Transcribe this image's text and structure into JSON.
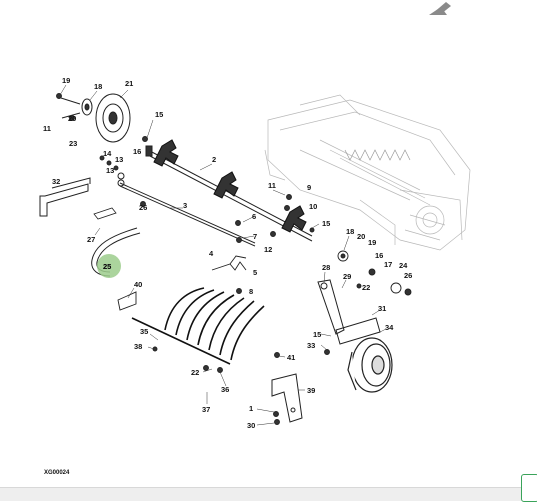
{
  "diagram": {
    "figure_id": "XG00024",
    "highlight_color": "#9ccc8c",
    "nav_arrow_color": "#8a8a8a",
    "callouts": [
      "19",
      "18",
      "21",
      "11",
      "20",
      "23",
      "15",
      "16",
      "14",
      "13",
      "13",
      "2",
      "32",
      "26",
      "3",
      "15",
      "11",
      "9",
      "10",
      "6",
      "7",
      "12",
      "27",
      "25",
      "4",
      "5",
      "8",
      "18",
      "20",
      "19",
      "16",
      "17",
      "24",
      "26",
      "28",
      "29",
      "22",
      "31",
      "40",
      "35",
      "38",
      "15",
      "33",
      "34",
      "41",
      "22",
      "36",
      "39",
      "37",
      "1",
      "30"
    ],
    "highlighted_callout": "25"
  }
}
